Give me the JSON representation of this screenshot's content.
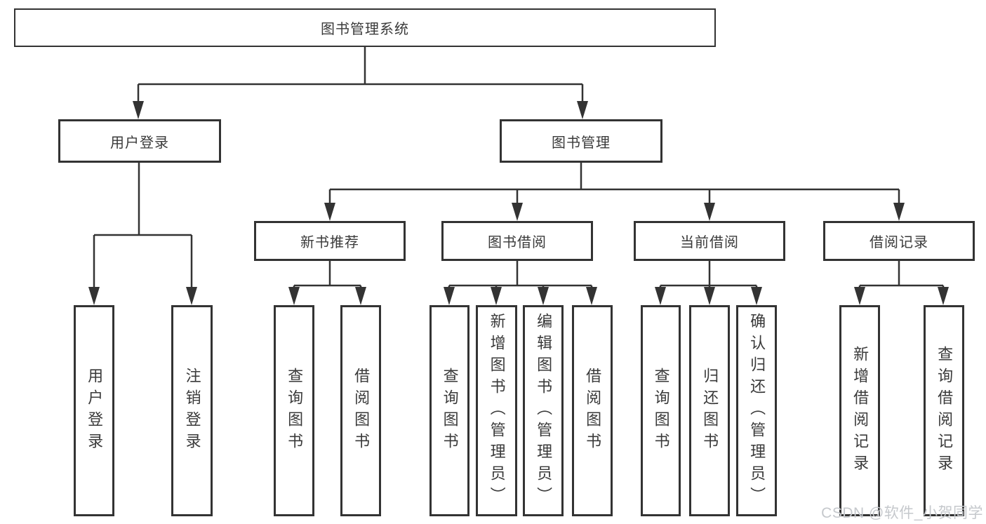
{
  "diagram_type": "hierarchy-tree",
  "tree": {
    "label": "图书管理系统",
    "children": [
      {
        "label": "用户登录",
        "children": [
          {
            "label": "用户登录"
          },
          {
            "label": "注销登录"
          }
        ]
      },
      {
        "label": "图书管理",
        "children": [
          {
            "label": "新书推荐",
            "children": [
              {
                "label": "查询图书"
              },
              {
                "label": "借阅图书"
              }
            ]
          },
          {
            "label": "图书借阅",
            "children": [
              {
                "label": "查询图书"
              },
              {
                "label": "新增图书（管理员）"
              },
              {
                "label": "编辑图书（管理员）"
              },
              {
                "label": "借阅图书"
              }
            ]
          },
          {
            "label": "当前借阅",
            "children": [
              {
                "label": "查询图书"
              },
              {
                "label": "归还图书"
              },
              {
                "label": "确认归还（管理员）"
              }
            ]
          },
          {
            "label": "借阅记录",
            "children": [
              {
                "label": "新增借阅记录"
              },
              {
                "label": "查询借阅记录"
              }
            ]
          }
        ]
      }
    ]
  },
  "watermark": {
    "text": "CSDN @软件_小贺同学"
  },
  "colors": {
    "line": "#333333",
    "box_border": "#333333",
    "box_fill": "#ffffff",
    "text": "#3a3a3a",
    "watermark": "#c5c8cc",
    "background": "#ffffff"
  }
}
